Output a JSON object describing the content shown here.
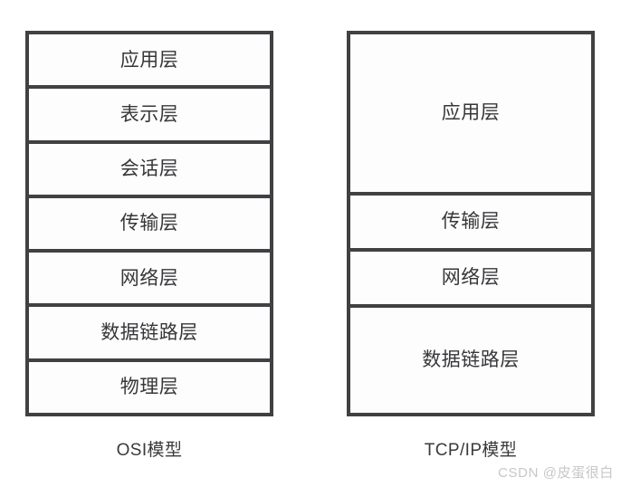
{
  "diagram": {
    "title_implicit": "OSI 与 TCP/IP 分层模型对照",
    "background_color": "#ffffff",
    "border_color": "#414144",
    "text_color": "#37373a",
    "watermark_color": "#c7c7c9"
  },
  "models": [
    {
      "id": "osi",
      "caption": "OSI模型",
      "layer_count": 7,
      "layers": [
        {
          "name": "应用层",
          "span": 1
        },
        {
          "name": "表示层",
          "span": 1
        },
        {
          "name": "会话层",
          "span": 1
        },
        {
          "name": "传输层",
          "span": 1
        },
        {
          "name": "网络层",
          "span": 1
        },
        {
          "name": "数据链路层",
          "span": 1
        },
        {
          "name": "物理层",
          "span": 1
        }
      ]
    },
    {
      "id": "tcpip",
      "caption": "TCP/IP模型",
      "layer_count": 4,
      "layers": [
        {
          "name": "应用层",
          "span": 3
        },
        {
          "name": "传输层",
          "span": 1
        },
        {
          "name": "网络层",
          "span": 1
        },
        {
          "name": "数据链路层",
          "span": 2
        }
      ]
    }
  ],
  "watermark": {
    "text": "CSDN @皮蛋很白"
  }
}
